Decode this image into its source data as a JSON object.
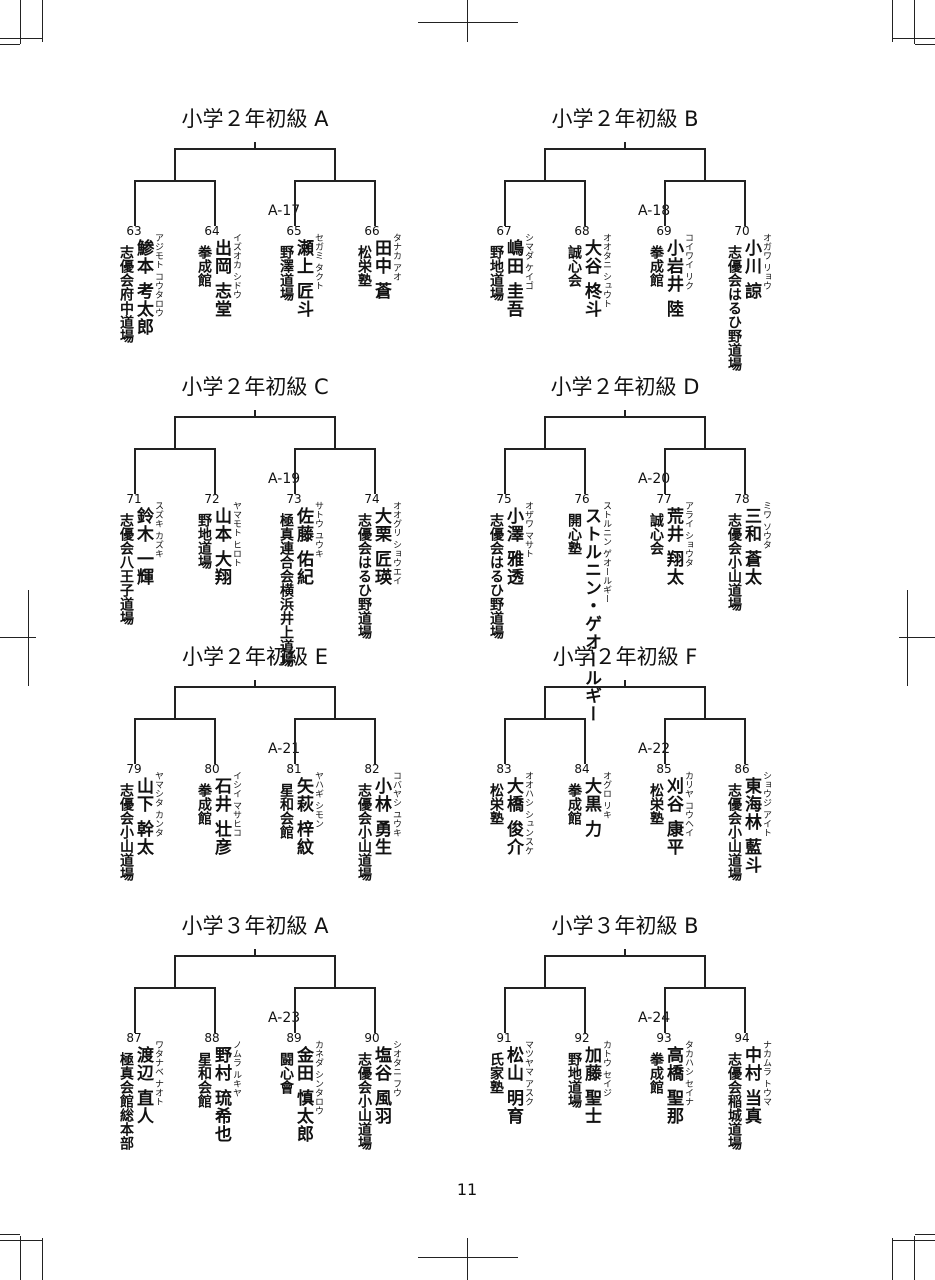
{
  "page_number": "11",
  "brackets": [
    {
      "title": "小学２年初級 A",
      "match": "A-17",
      "entries": [
        {
          "number": "63",
          "name": "鯵本 考太郎",
          "kana": "アジモト コウタロウ",
          "dojo": "志優会府中道場"
        },
        {
          "number": "64",
          "name": "出岡 志堂",
          "kana": "イズオカ シドウ",
          "dojo": "拳成館"
        },
        {
          "number": "65",
          "name": "瀬上 匠斗",
          "kana": "セガミ タクト",
          "dojo": "野澤道場"
        },
        {
          "number": "66",
          "name": "田中 蒼",
          "kana": "タナカ アオ",
          "dojo": "松栄塾"
        }
      ]
    },
    {
      "title": "小学２年初級 B",
      "match": "A-18",
      "entries": [
        {
          "number": "67",
          "name": "嶋田 圭吾",
          "kana": "シマダ ケイゴ",
          "dojo": "野地道場"
        },
        {
          "number": "68",
          "name": "大谷 柊斗",
          "kana": "オオタニ シュウト",
          "dojo": "誠心会"
        },
        {
          "number": "69",
          "name": "小岩井 陸",
          "kana": "コイワイ リク",
          "dojo": "拳成館"
        },
        {
          "number": "70",
          "name": "小川 諒",
          "kana": "オガワ リョウ",
          "dojo": "志優会はるひ野道場"
        }
      ]
    },
    {
      "title": "小学２年初級 C",
      "match": "A-19",
      "entries": [
        {
          "number": "71",
          "name": "鈴木 一輝",
          "kana": "スズキ カズキ",
          "dojo": "志優会八王子道場"
        },
        {
          "number": "72",
          "name": "山本 大翔",
          "kana": "ヤマモト ヒロト",
          "dojo": "野地道場"
        },
        {
          "number": "73",
          "name": "佐藤 佑紀",
          "kana": "サトウ ユウキ",
          "dojo": "極真連合会横浜井上道場"
        },
        {
          "number": "74",
          "name": "大栗 匠瑛",
          "kana": "オオグリ ショウエイ",
          "dojo": "志優会はるひ野道場"
        }
      ]
    },
    {
      "title": "小学２年初級 D",
      "match": "A-20",
      "entries": [
        {
          "number": "75",
          "name": "小澤 雅透",
          "kana": "オザワ マサト",
          "dojo": "志優会はるひ野道場"
        },
        {
          "number": "76",
          "name": "ストルニン・ゲオールギー",
          "kana": "ストルニン ゲオールギー",
          "dojo": "開心塾"
        },
        {
          "number": "77",
          "name": "荒井 翔太",
          "kana": "アライ ショウタ",
          "dojo": "誠心会"
        },
        {
          "number": "78",
          "name": "三和 蒼太",
          "kana": "ミワ ソウタ",
          "dojo": "志優会小山道場"
        }
      ]
    },
    {
      "title": "小学２年初級 E",
      "match": "A-21",
      "entries": [
        {
          "number": "79",
          "name": "山下 幹太",
          "kana": "ヤマシタ カンタ",
          "dojo": "志優会小山道場"
        },
        {
          "number": "80",
          "name": "石井 壮彦",
          "kana": "イシイ マサヒコ",
          "dojo": "拳成館"
        },
        {
          "number": "81",
          "name": "矢萩 梓紋",
          "kana": "ヤハギ シモン",
          "dojo": "星和会館"
        },
        {
          "number": "82",
          "name": "小林 勇生",
          "kana": "コバヤシ ユウキ",
          "dojo": "志優会小山道場"
        }
      ]
    },
    {
      "title": "小学２年初級 F",
      "match": "A-22",
      "entries": [
        {
          "number": "83",
          "name": "大橋 俊介",
          "kana": "オオハシ シュンスケ",
          "dojo": "松栄塾"
        },
        {
          "number": "84",
          "name": "大黒 力",
          "kana": "オグロ リキ",
          "dojo": "拳成館"
        },
        {
          "number": "85",
          "name": "刈谷 康平",
          "kana": "カリヤ コウヘイ",
          "dojo": "松栄塾"
        },
        {
          "number": "86",
          "name": "東海林 藍斗",
          "kana": "ショウジ アイト",
          "dojo": "志優会小山道場"
        }
      ]
    },
    {
      "title": "小学３年初級 A",
      "match": "A-23",
      "entries": [
        {
          "number": "87",
          "name": "渡辺 直人",
          "kana": "ワタナベ ナオト",
          "dojo": "極真会館総本部"
        },
        {
          "number": "88",
          "name": "野村 琉希也",
          "kana": "ノムラ ルキヤ",
          "dojo": "星和会館"
        },
        {
          "number": "89",
          "name": "金田 慎太郎",
          "kana": "カネダ シンタロウ",
          "dojo": "闘心會"
        },
        {
          "number": "90",
          "name": "塩谷 風羽",
          "kana": "シオタニ フウ",
          "dojo": "志優会小山道場"
        }
      ]
    },
    {
      "title": "小学３年初級 B",
      "match": "A-24",
      "entries": [
        {
          "number": "91",
          "name": "松山 明育",
          "kana": "マツヤマ アスク",
          "dojo": "氏家塾"
        },
        {
          "number": "92",
          "name": "加藤 聖士",
          "kana": "カトウ セイジ",
          "dojo": "野地道場"
        },
        {
          "number": "93",
          "name": "高橋 聖那",
          "kana": "タカハシ セイナ",
          "dojo": "拳成館"
        },
        {
          "number": "94",
          "name": "中村 当真",
          "kana": "ナカムラ トウマ",
          "dojo": "志優会稲城道場"
        }
      ]
    }
  ]
}
